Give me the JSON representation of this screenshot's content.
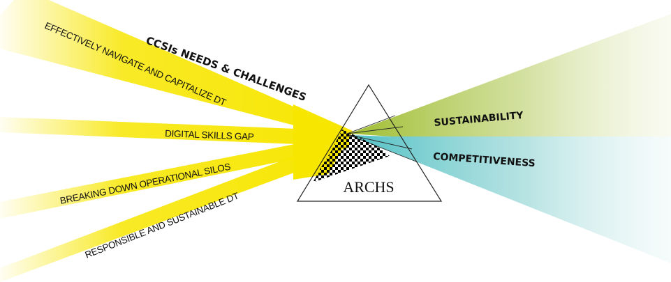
{
  "colors": {
    "challenge_beam": "#f7e600",
    "sustainability_beam": "#a8c23a",
    "competitiveness_beam": "#5cc4c8",
    "pixel_pattern": "#000000",
    "prism_outline": "#222222"
  },
  "heading": "CCSIs NEEDS & CHALLENGES",
  "challenges": [
    "EFFECTIVELY NAVIGATE AND CAPITALIZE DT",
    "DIGITAL SKILLS GAP",
    "BREAKING DOWN OPERATIONAL SILOS",
    "RESPONSIBLE AND SUSTAINABLE DT"
  ],
  "prism": {
    "label": "ARCHS"
  },
  "outcomes": {
    "sustainability": "SUSTAINABILITY",
    "competitiveness": "COMPETITIVENESS"
  }
}
